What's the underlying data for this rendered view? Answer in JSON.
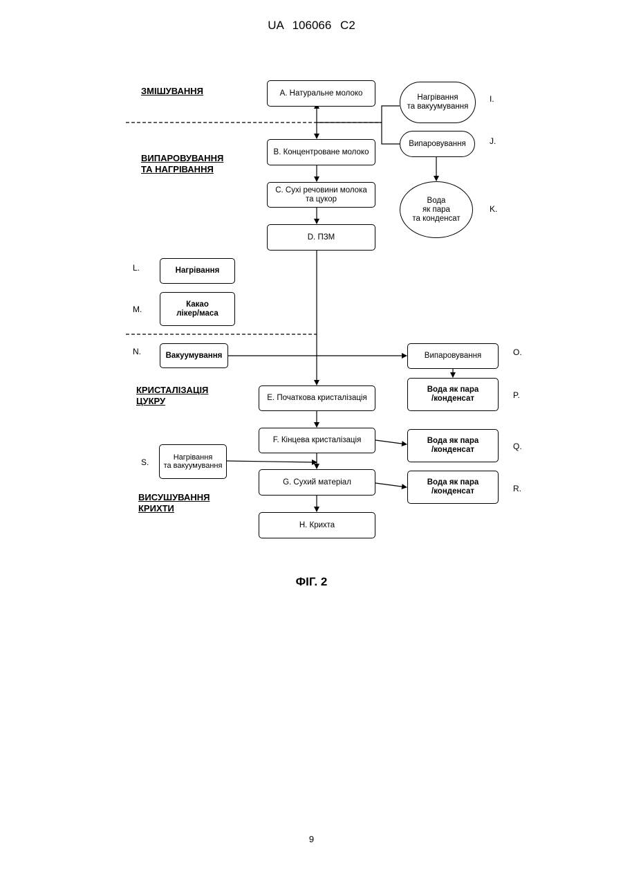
{
  "header": {
    "text": "UA   106066   C2"
  },
  "sections": {
    "mixing": "ЗМІШУВАННЯ",
    "evaporation": "ВИПАРОВУВАННЯ\nТА НАГРІВАННЯ",
    "crystallization": "КРИСТАЛІЗАЦІЯ\nЦУКРУ",
    "drying": "ВИСУШУВАННЯ\nКРИХТИ"
  },
  "nodes": {
    "A": "A. Натуральне молоко",
    "B": "B. Концентроване молоко",
    "C": "C. Сухі речовини молока\nта цукор",
    "D": "D. ПЗМ",
    "E": "E. Початкова кристалізація",
    "F": "F. Кінцева кристалізація",
    "G": "G. Сухий матеріал",
    "H": "H. Крихта",
    "I": "Нагрівання\nта вакуумування",
    "J": "Випаровування",
    "K": "Вода\nяк пара\nта конденсат",
    "L": "Нагрівання",
    "M": "Какао\nлікер/маса",
    "N": "Вакуумування",
    "O": "Випаровування",
    "P": "Вода як пара\n/конденсат",
    "Q": "Вода як пара\n/конденсат",
    "R": "Вода як пара\n/конденсат",
    "S": "Нагрівання\nта вакуумування"
  },
  "letters": {
    "I": "I.",
    "J": "J.",
    "K": "K.",
    "L": "L.",
    "M": "M.",
    "N": "N.",
    "O": "O.",
    "P": "P.",
    "Q": "Q.",
    "R": "R.",
    "S": "S."
  },
  "figure_caption": "ФІГ. 2",
  "page_number": "9"
}
